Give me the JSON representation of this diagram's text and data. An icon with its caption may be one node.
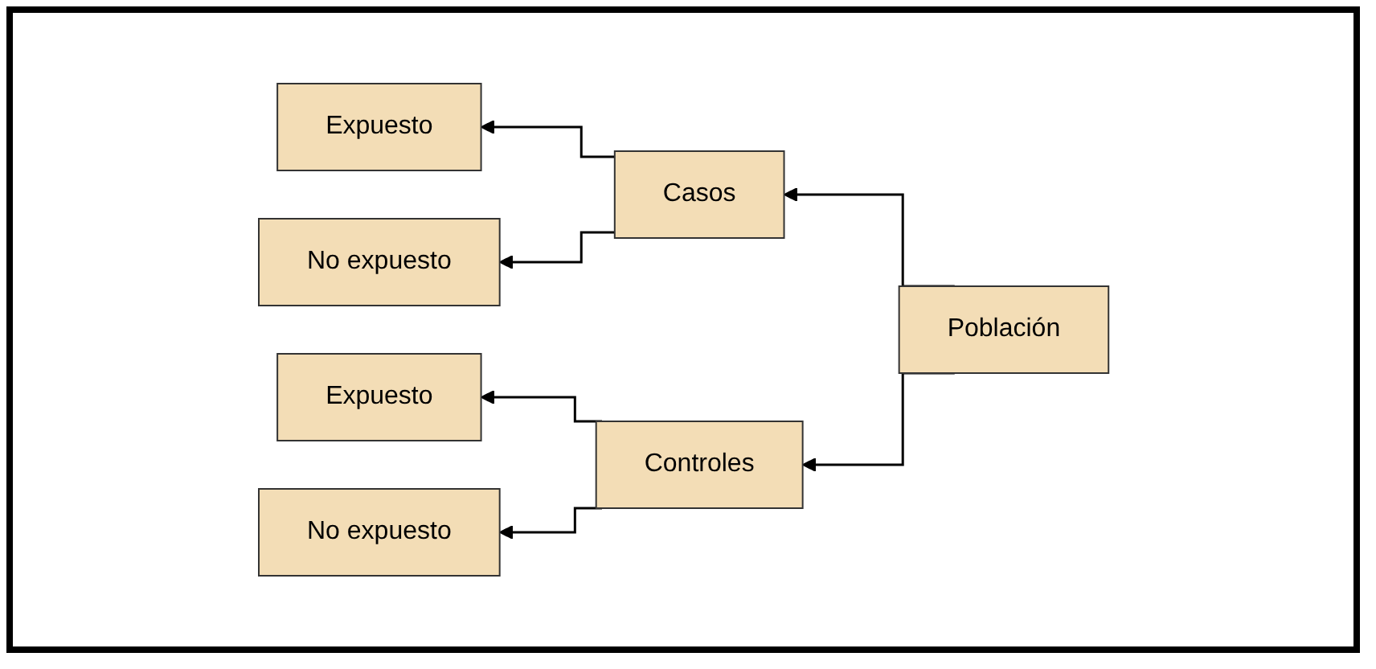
{
  "diagram": {
    "nodes": [
      {
        "text": [
          "Población"
        ]
      },
      {
        "text": [
          "Casos"
        ]
      },
      {
        "text": [
          "Controles"
        ]
      },
      {
        "text": [
          "Expuesto"
        ]
      },
      {
        "text": [
          "No expuesto"
        ]
      },
      {
        "text": [
          "Expuesto"
        ]
      },
      {
        "text": [
          "No expuesto"
        ]
      }
    ],
    "edges": [
      {
        "from": 0,
        "to": 1,
        "arrow": "to"
      },
      {
        "from": 0,
        "to": 2,
        "arrow": "to"
      },
      {
        "from": 1,
        "to": 3,
        "arrow": "to"
      },
      {
        "from": 1,
        "to": 4,
        "arrow": "to"
      },
      {
        "from": 2,
        "to": 5,
        "arrow": "to"
      },
      {
        "from": 2,
        "to": 6,
        "arrow": "to"
      }
    ]
  }
}
